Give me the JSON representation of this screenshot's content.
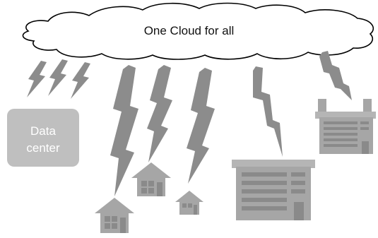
{
  "cloud": {
    "label": "One Cloud for all"
  },
  "data_center": {
    "line1": "Data",
    "line2": "center"
  },
  "colors": {
    "cloud_fill": "#ffffff",
    "cloud_stroke": "#000000",
    "lightning": "#8c8c8c",
    "building": "#a6a6a6",
    "building_dark": "#8a8a8a",
    "window": "#7a7a7a",
    "data_center": "#bfbfbf"
  },
  "icons": [
    "cloud-shape",
    "lightning-bolt-icon",
    "house-icon",
    "office-building-icon",
    "factory-building-icon",
    "data-center-box"
  ]
}
